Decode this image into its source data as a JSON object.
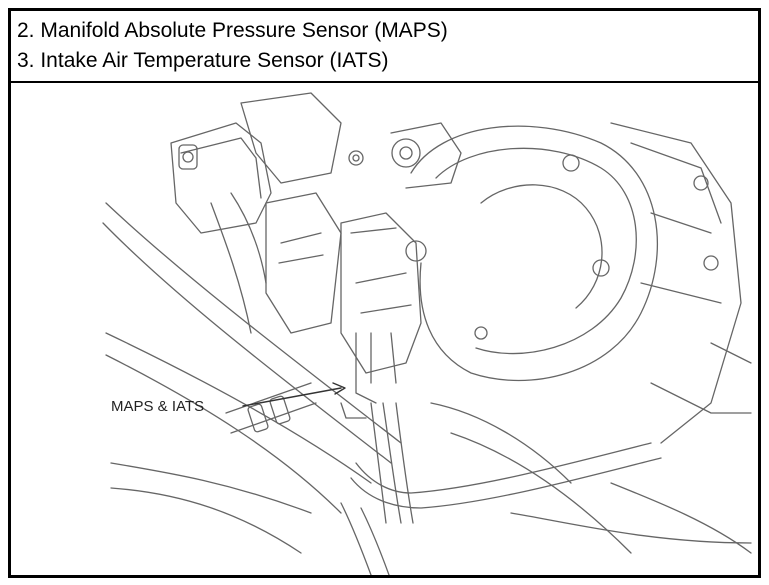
{
  "header": {
    "line1": "2. Manifold Absolute Pressure Sensor (MAPS)",
    "line2": "3. Intake Air Temperature Sensor (IATS)"
  },
  "figure": {
    "callout_label": "MAPS & IATS"
  },
  "colors": {
    "border": "#000000",
    "linework": "#555555",
    "background": "#ffffff"
  }
}
